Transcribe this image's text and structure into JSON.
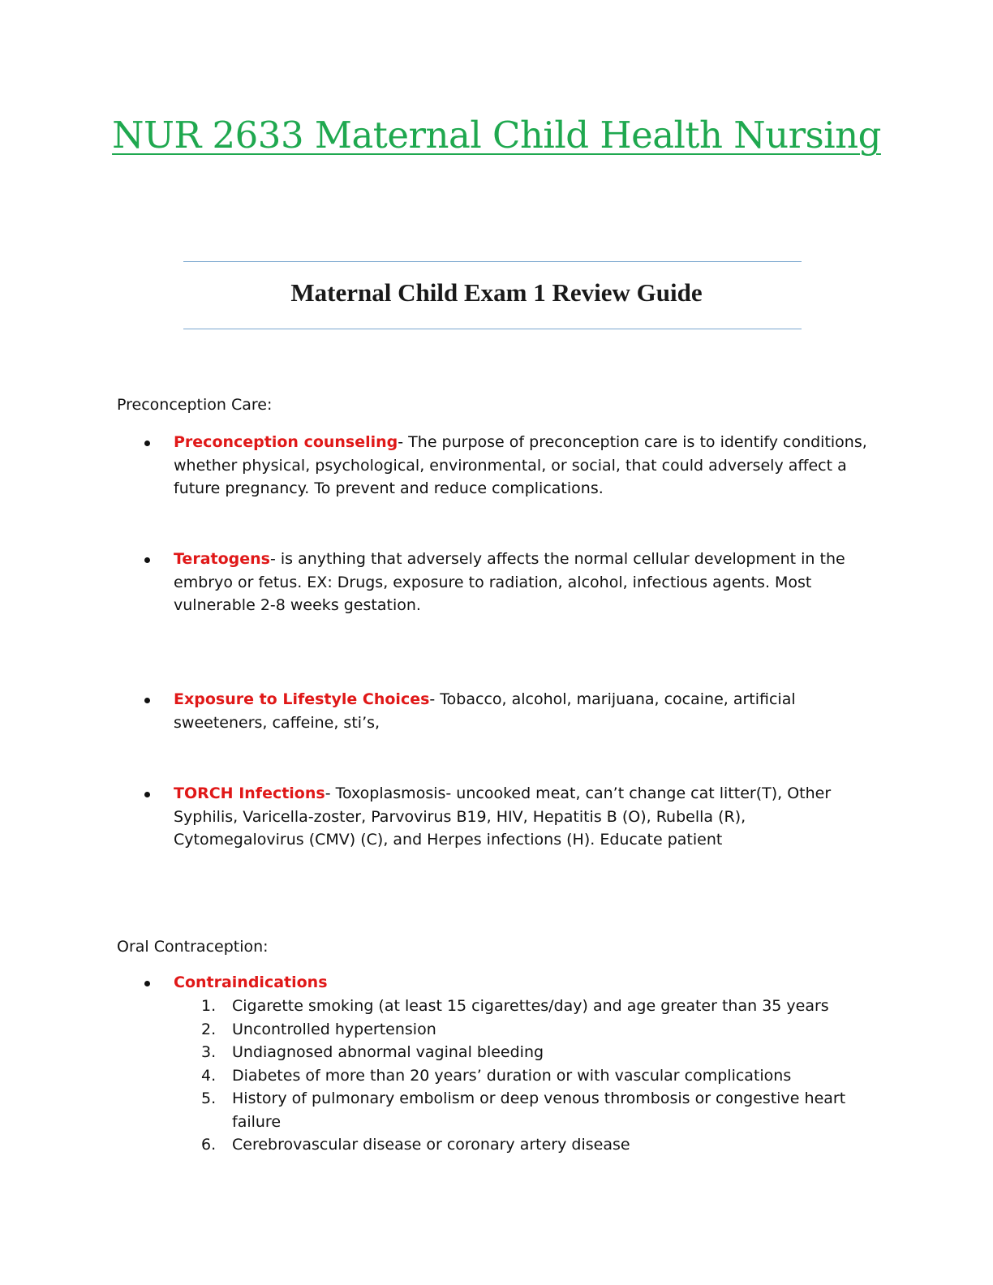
{
  "title": "NUR 2633 Maternal Child Health Nursing",
  "subtitle": "Maternal Child Exam 1 Review Guide",
  "colors": {
    "title": "#1fa84f",
    "term": "#e01818",
    "rule": "#7aa6cf"
  },
  "sections": [
    {
      "label": "Preconception Care:",
      "bullets": [
        {
          "term": "Preconception counseling",
          "text": "- The purpose of preconception care is to identify conditions, whether physical, psychological, environmental, or social, that could adversely affect a future pregnancy. To prevent and reduce complications."
        },
        {
          "term": "Teratogens",
          "text": "- is anything that adversely affects the normal cellular development in the embryo or fetus. EX: Drugs, exposure to radiation, alcohol, infectious agents. Most vulnerable 2-8 weeks gestation."
        },
        {
          "term": "Exposure to Lifestyle Choices",
          "text": "- Tobacco, alcohol, marijuana, cocaine, artificial sweeteners, caffeine, sti’s,"
        },
        {
          "term": "TORCH Infections",
          "text": "- Toxoplasmosis- uncooked meat, can’t change cat litter(T), Other Syphilis, Varicella-zoster, Parvovirus B19, HIV, Hepatitis B (O), Rubella (R), Cytomegalovirus (CMV) (C), and Herpes infections (H). Educate patient"
        }
      ]
    },
    {
      "label": "Oral Contraception:",
      "bullets": [
        {
          "term": "Contraindications",
          "text": ""
        }
      ],
      "numbered": [
        {
          "num": "1.",
          "text": "Cigarette smoking (at least 15 cigarettes/day) and age greater than 35 years"
        },
        {
          "num": "2.",
          "text": "Uncontrolled hypertension"
        },
        {
          "num": "3.",
          "text": "Undiagnosed abnormal vaginal bleeding"
        },
        {
          "num": "4.",
          "text": "Diabetes of more than 20 years’ duration or with vascular complications"
        },
        {
          "num": "5.",
          "text": "History of pulmonary embolism or deep venous thrombosis or congestive heart failure"
        },
        {
          "num": "6.",
          "text": "Cerebrovascular disease or coronary artery disease"
        }
      ]
    }
  ]
}
